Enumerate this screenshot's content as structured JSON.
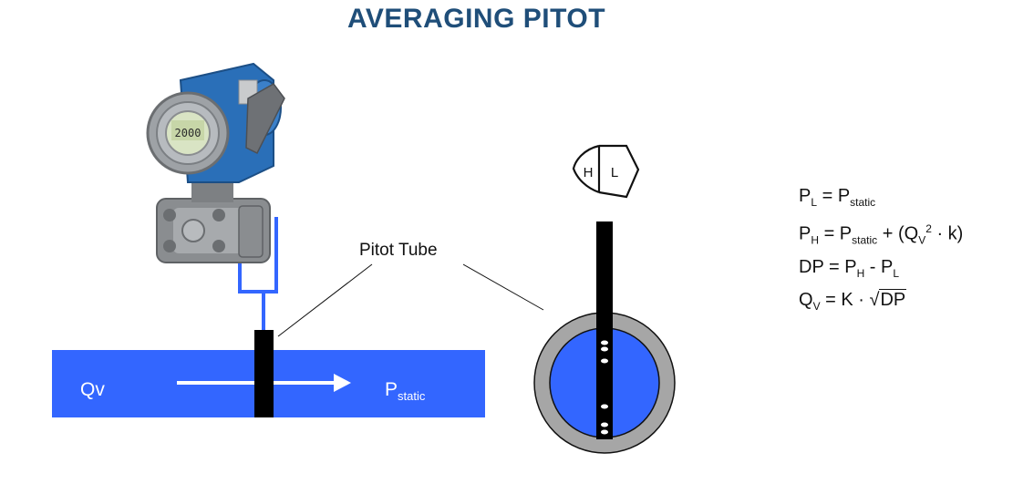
{
  "title": "AVERAGING PITOT",
  "labels": {
    "pitot_tube": "Pitot Tube",
    "flow": "Qv",
    "p_static_main": "P",
    "p_static_sub": "static",
    "probe_high": "H",
    "probe_low": "L"
  },
  "transmitter": {
    "display_value": "2000"
  },
  "formulas": {
    "f1": {
      "a": "P",
      "a_sub": "L",
      "rest1": " = P",
      "rest1_sub": "static"
    },
    "f2": {
      "a": "P",
      "a_sub": "H",
      "rest1": " = P",
      "rest1_sub": "static",
      "rest2": " + (Q",
      "q_sub": "V",
      "sq": "2",
      "rest3": " ·  k)"
    },
    "f3": {
      "a": "DP = P",
      "a_sub": "H",
      "rest1": " - P",
      "rest1_sub": "L"
    },
    "f4": {
      "a": "Q",
      "a_sub": "V",
      "rest1": " = K · ",
      "root_sign": "√",
      "radicand": "DP"
    }
  },
  "colors": {
    "title": "#1f4e79",
    "pipe": "#3366ff",
    "impulse_line": "#3366ff",
    "probe": "#000000",
    "pipe_wall": "#a6a6a6",
    "transmitter_body": "#2a6fb8",
    "transmitter_flange": "#8a8d90"
  }
}
